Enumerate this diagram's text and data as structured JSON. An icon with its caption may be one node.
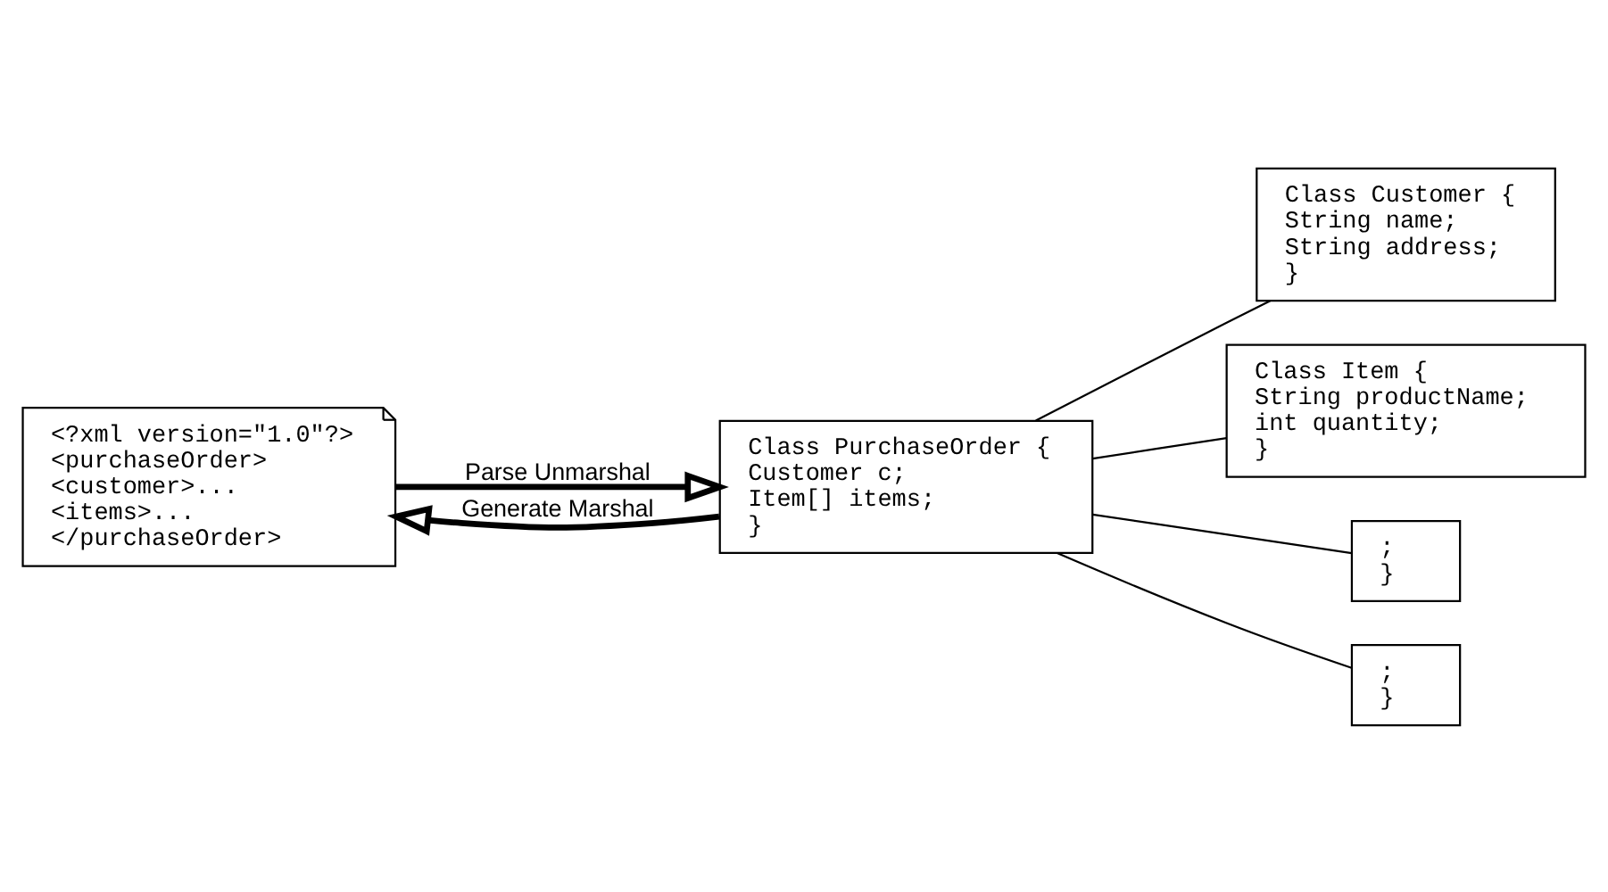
{
  "diagram": {
    "nodes": [
      {
        "text": [
          "<?xml version=\"1.0\"?>",
          "<purchaseOrder>",
          " <customer>...",
          " <items>...",
          "</purchaseOrder>"
        ]
      },
      {
        "text": [
          "Class PurchaseOrder {",
          " Customer c;",
          " Item[] items;",
          "}"
        ]
      },
      {
        "text": [
          "Class Customer {",
          " String name;",
          " String address;",
          "}"
        ]
      },
      {
        "text": [
          "Class Item {",
          " String productName;",
          " int quantity;",
          "}"
        ]
      },
      {
        "text": [
          ";",
          "}"
        ]
      },
      {
        "text": [
          ";",
          "}"
        ]
      }
    ],
    "edges": [
      {
        "from": 0,
        "to": 1,
        "arrow": "to",
        "label": "Parse Unmarshal",
        "style": "thick"
      },
      {
        "from": 1,
        "to": 0,
        "arrow": "to",
        "label": "Generate Marshal",
        "style": "thick"
      },
      {
        "from": 1,
        "to": 2,
        "arrow": "none"
      },
      {
        "from": 1,
        "to": 3,
        "arrow": "none"
      },
      {
        "from": 1,
        "to": 4,
        "arrow": "none"
      },
      {
        "from": 1,
        "to": 5,
        "arrow": "none"
      }
    ]
  }
}
